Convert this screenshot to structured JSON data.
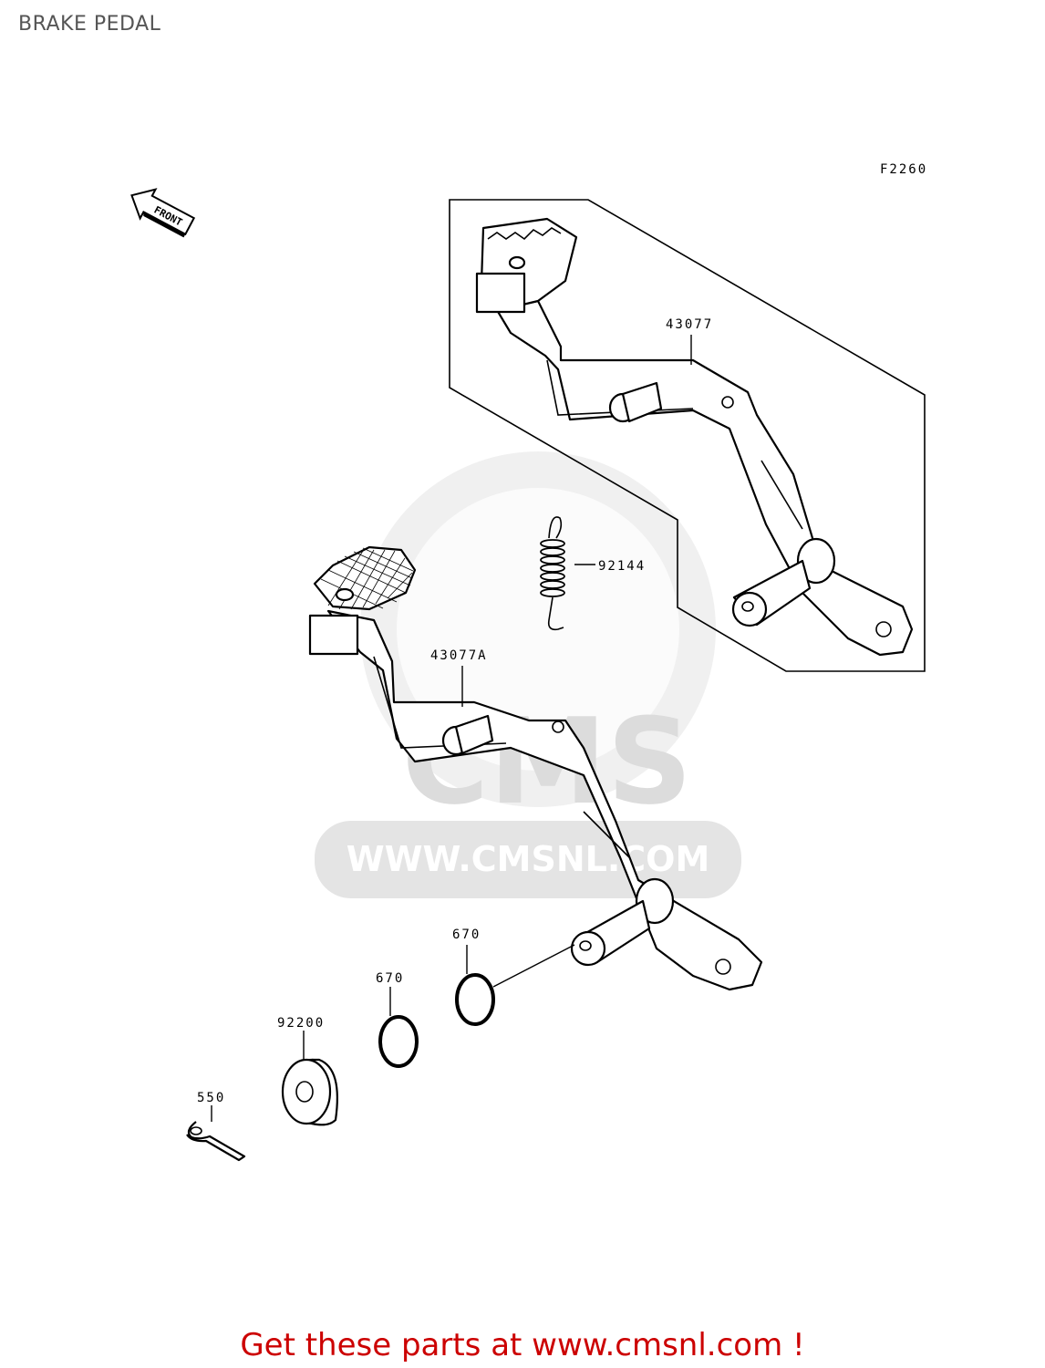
{
  "page": {
    "title": "BRAKE PEDAL",
    "footer_link": "Get these parts at www.cmsnl.com !"
  },
  "diagram": {
    "figure_code": "F2260",
    "front_arrow": "FRONT",
    "watermark": "WWW.CMSNL.COM",
    "watermark_logo_text": "CMS",
    "labels": {
      "pedal_kit": "43077",
      "pedal": "43077A",
      "spring": "92144",
      "oring_upper": "670",
      "oring_lower": "670",
      "washer": "92200",
      "cotter_pin": "550"
    }
  },
  "colors": {
    "title": "#555555",
    "link": "#cc0000",
    "watermark": "#e4e4e4",
    "line": "#000000"
  }
}
